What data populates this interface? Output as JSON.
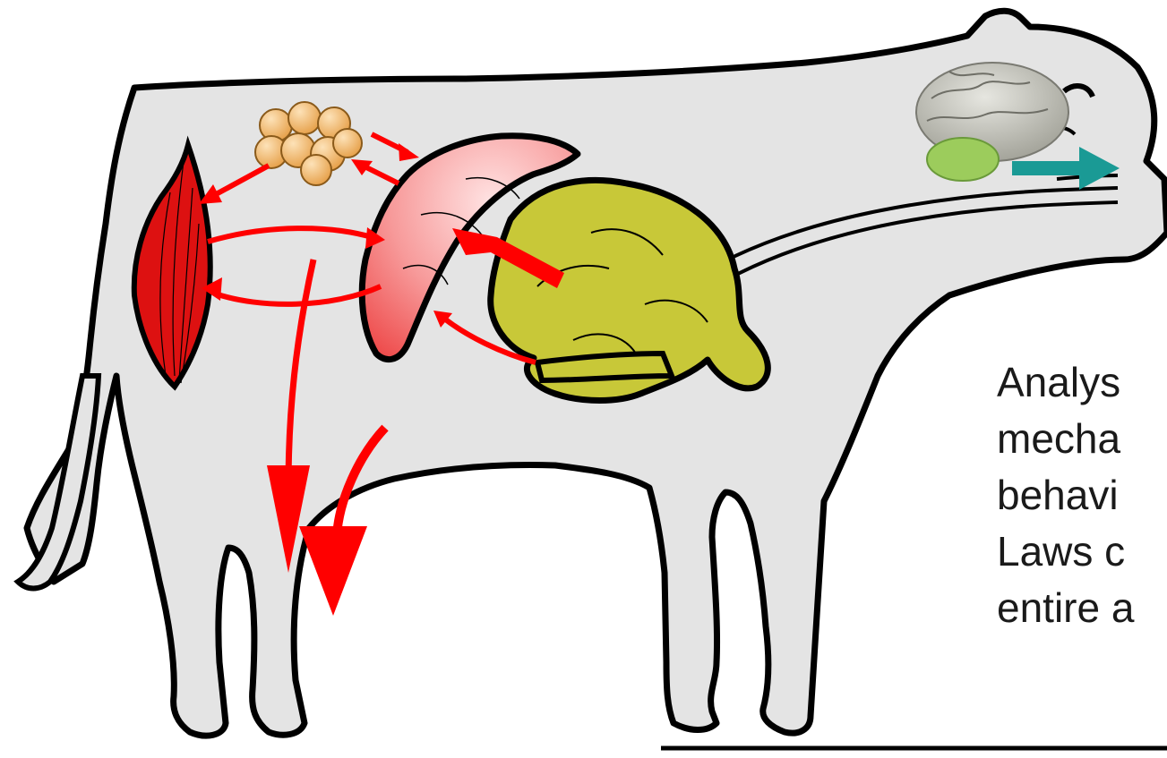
{
  "caption": {
    "lines": [
      "Analys",
      "mecha",
      "behavi",
      "Laws c",
      "entire a"
    ]
  },
  "colors": {
    "body_fill": "#e4e4e4",
    "outline": "#000000",
    "flux_arrow": "#ff0000",
    "brain_signal_arrow": "#1a9a95",
    "rumen": "#c8c838",
    "liver": "#f28a8a",
    "muscle": "#dd1111",
    "fat": "#f2b463"
  },
  "icons": [
    "fat-cells-icon",
    "muscle-icon",
    "liver-icon",
    "rumen-icon",
    "brain-icon"
  ]
}
